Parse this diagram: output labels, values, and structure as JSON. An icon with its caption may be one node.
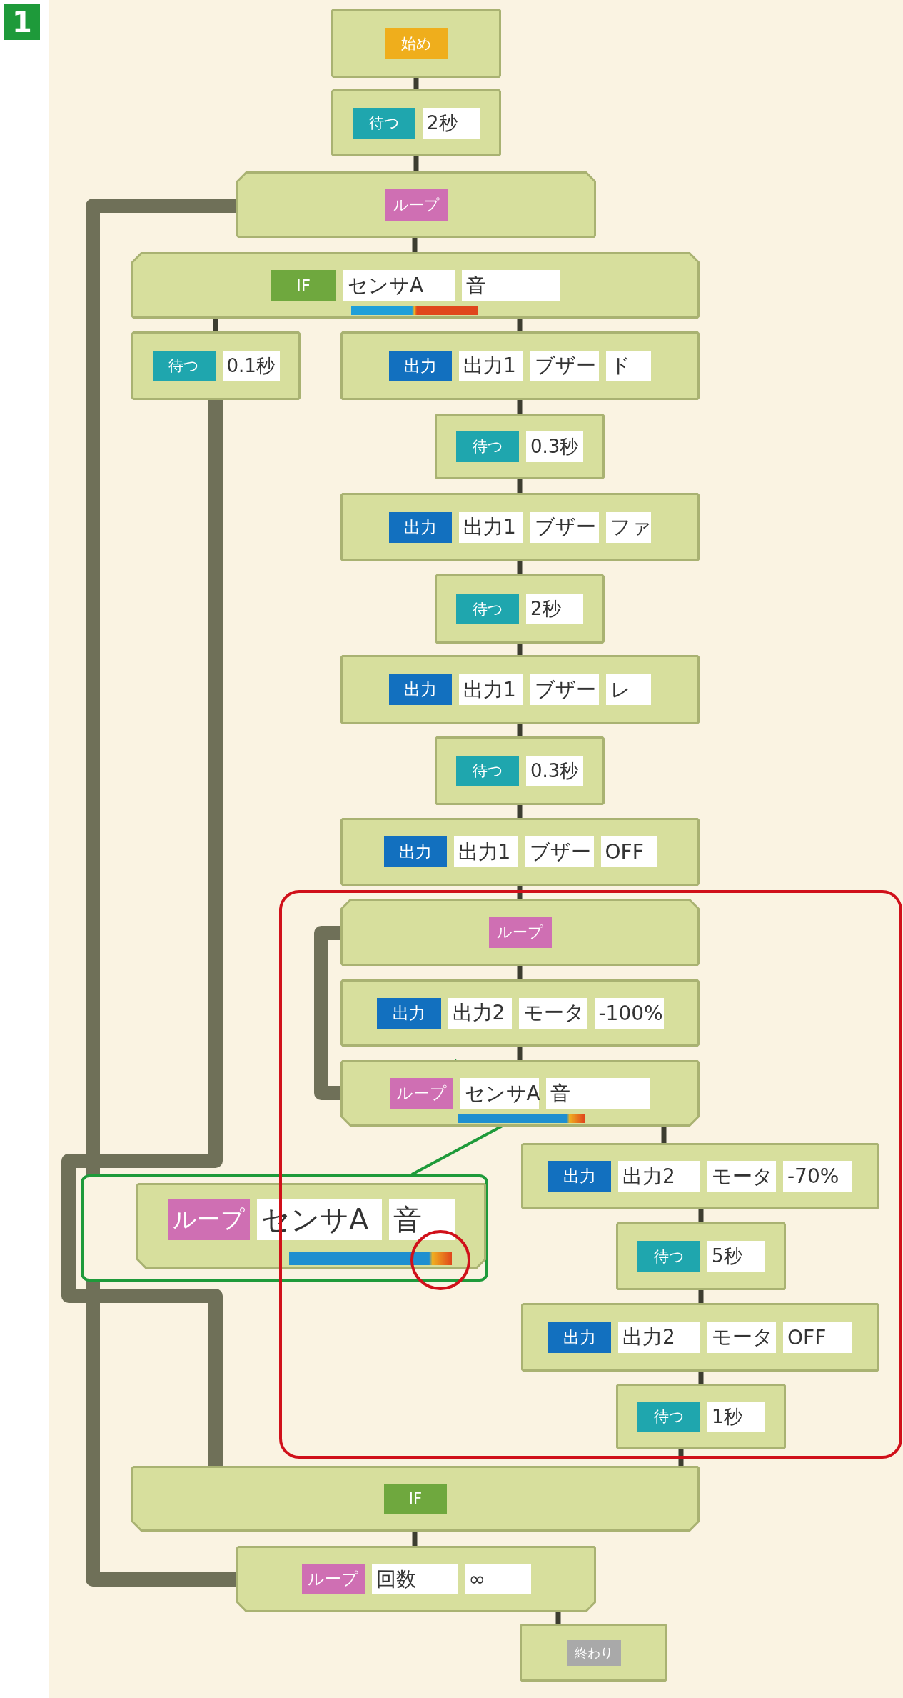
{
  "diagram": {
    "nodes": [
      {
        "text": [
          "始め"
        ]
      },
      {
        "text": [
          "待つ",
          "2秒"
        ]
      },
      {
        "text": [
          "ループ"
        ]
      },
      {
        "text": [
          "IF",
          "センサA",
          "音"
        ]
      },
      {
        "text": [
          "待つ",
          "0.1秒"
        ]
      },
      {
        "text": [
          "出力",
          "出力1",
          "ブザー",
          "ド"
        ]
      },
      {
        "text": [
          "待つ",
          "0.3秒"
        ]
      },
      {
        "text": [
          "出力",
          "出力1",
          "ブザー",
          "ファ"
        ]
      },
      {
        "text": [
          "待つ",
          "2秒"
        ]
      },
      {
        "text": [
          "出力",
          "出力1",
          "ブザー",
          "レ"
        ]
      },
      {
        "text": [
          "待つ",
          "0.3秒"
        ]
      },
      {
        "text": [
          "出力",
          "出力1",
          "ブザー",
          "OFF"
        ]
      },
      {
        "text": [
          "ループ"
        ]
      },
      {
        "text": [
          "出力",
          "出力2",
          "モータ",
          "-100%"
        ]
      },
      {
        "text": [
          "ループ",
          "センサA",
          "音"
        ]
      },
      {
        "text": [],
        "shape": "box"
      },
      {
        "text": [
          "ループ",
          "センサA",
          "音"
        ],
        "in": 15
      },
      {
        "text": [],
        "shape": "bar",
        "in": 16
      },
      {
        "text": [
          "出力",
          "出力2",
          "モータ",
          "-70%"
        ]
      },
      {
        "text": [
          "待つ",
          "5秒"
        ]
      },
      {
        "text": [
          "出力",
          "出力2",
          "モータ",
          "OFF"
        ]
      },
      {
        "text": [
          "待つ",
          "1秒"
        ]
      },
      {
        "text": [
          "IF"
        ]
      },
      {
        "text": [
          "ループ",
          "回数",
          "∞"
        ]
      },
      {
        "text": [
          "終わり"
        ]
      }
    ],
    "edges": [
      {
        "from": 0,
        "to": 1,
        "arrow": "none"
      },
      {
        "from": 1,
        "to": 2,
        "arrow": "none"
      },
      {
        "from": 2,
        "to": 3,
        "arrow": "none"
      },
      {
        "from": 3,
        "to": 4,
        "arrow": "none"
      },
      {
        "from": 3,
        "to": 5,
        "arrow": "none"
      },
      {
        "from": 5,
        "to": 6,
        "arrow": "none"
      },
      {
        "from": 6,
        "to": 7,
        "arrow": "none"
      },
      {
        "from": 7,
        "to": 8,
        "arrow": "none"
      },
      {
        "from": 8,
        "to": 9,
        "arrow": "none"
      },
      {
        "from": 9,
        "to": 10,
        "arrow": "none"
      },
      {
        "from": 10,
        "to": 11,
        "arrow": "none"
      },
      {
        "from": 11,
        "to": 12,
        "arrow": "none"
      },
      {
        "from": 12,
        "to": 13,
        "arrow": "none"
      },
      {
        "from": 13,
        "to": 14,
        "arrow": "none"
      },
      {
        "from": 14,
        "to": 18,
        "arrow": "none"
      },
      {
        "from": 18,
        "to": 19,
        "arrow": "none"
      },
      {
        "from": 19,
        "to": 20,
        "arrow": "none"
      },
      {
        "from": 20,
        "to": 21,
        "arrow": "none"
      },
      {
        "from": 21,
        "to": 22,
        "arrow": "none"
      },
      {
        "from": 4,
        "to": 22,
        "arrow": "none",
        "style": "thick",
        "color": "#6f7058"
      },
      {
        "from": 22,
        "to": 23,
        "arrow": "none"
      },
      {
        "from": 23,
        "to": 24,
        "arrow": "none"
      },
      {
        "from": 23,
        "to": 2,
        "arrow": "none",
        "style": "thick",
        "color": "#6f7058"
      },
      {
        "from": 14,
        "to": 12,
        "arrow": "none",
        "style": "thick",
        "color": "#6f7058"
      },
      {
        "from": 15,
        "to": 14,
        "arrow": "none",
        "color": "#1e9a3a"
      }
    ],
    "labels": [
      "1"
    ]
  }
}
